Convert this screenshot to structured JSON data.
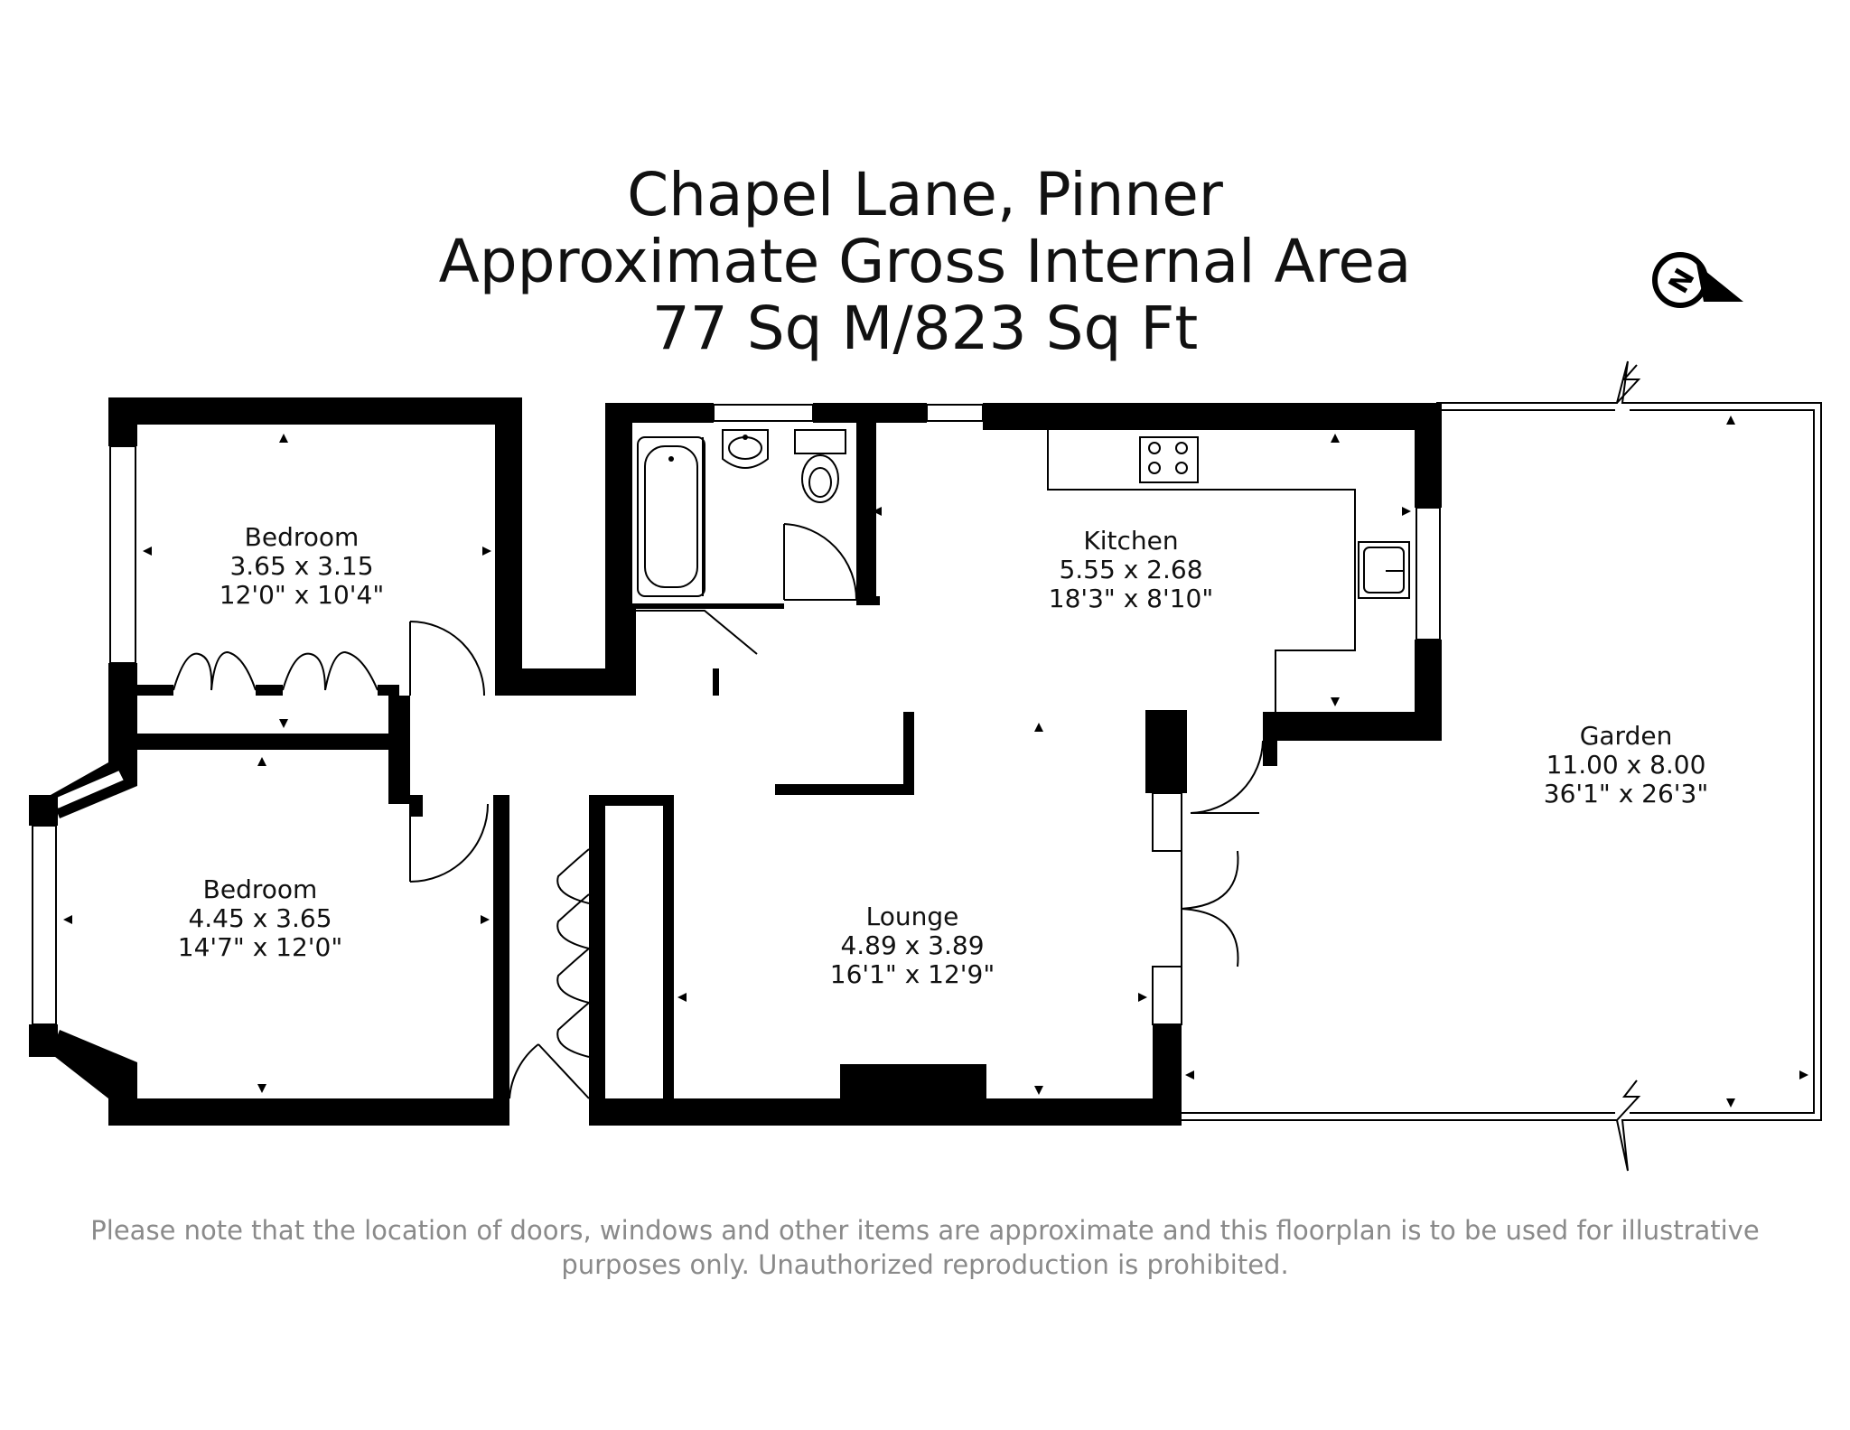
{
  "title": {
    "line1": "Chapel Lane, Pinner",
    "line2": "Approximate Gross Internal Area",
    "line3": "77 Sq M/823 Sq Ft"
  },
  "compass": {
    "icon": "north-compass-icon",
    "letter": "N"
  },
  "rooms": {
    "bedroom1": {
      "name": "Bedroom",
      "metric": "3.65 x 3.15",
      "imperial": "12'0\" x 10'4\""
    },
    "bedroom2": {
      "name": "Bedroom",
      "metric": "4.45 x 3.65",
      "imperial": "14'7\" x 12'0\""
    },
    "kitchen": {
      "name": "Kitchen",
      "metric": "5.55 x 2.68",
      "imperial": "18'3\" x 8'10\""
    },
    "lounge": {
      "name": "Lounge",
      "metric": "4.89 x 3.89",
      "imperial": "16'1\" x 12'9\""
    },
    "garden": {
      "name": "Garden",
      "metric": "11.00 x 8.00",
      "imperial": "36'1\" x 26'3\""
    }
  },
  "disclaimer": {
    "line1": "Please note that the location of doors, windows and other items are approximate and this floorplan is to be used for illustrative",
    "line2": "purposes only. Unauthorized reproduction is prohibited."
  }
}
